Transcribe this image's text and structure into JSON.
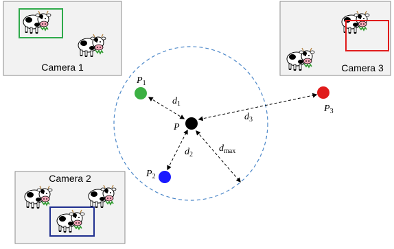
{
  "colors": {
    "panel_fill": "#f2f2f2",
    "panel_border": "#8c8c8c",
    "circle_stroke": "#4a86c8",
    "camera1_box": "#2eaa4a",
    "camera2_box": "#1f2f8f",
    "camera3_box": "#e01b1b",
    "p_center": "#000000",
    "p1": "#3cb043",
    "p2": "#1a1aff",
    "p3": "#e01b1b"
  },
  "cameras": [
    {
      "label": "Camera 1",
      "box_color": "camera1_box"
    },
    {
      "label": "Camera 2",
      "box_color": "camera2_box"
    },
    {
      "label": "Camera 3",
      "box_color": "camera3_box"
    }
  ],
  "points": {
    "center": {
      "name": "P"
    },
    "p1": {
      "name": "P",
      "sub": "1"
    },
    "p2": {
      "name": "P",
      "sub": "2"
    },
    "p3": {
      "name": "P",
      "sub": "3"
    }
  },
  "distances": {
    "d1": {
      "name": "d",
      "sub": "1"
    },
    "d2": {
      "name": "d",
      "sub": "2"
    },
    "d3": {
      "name": "d",
      "sub": "3"
    },
    "dmax": {
      "name": "d",
      "sub": "max"
    }
  },
  "icons": {
    "cow": "cow-icon"
  }
}
